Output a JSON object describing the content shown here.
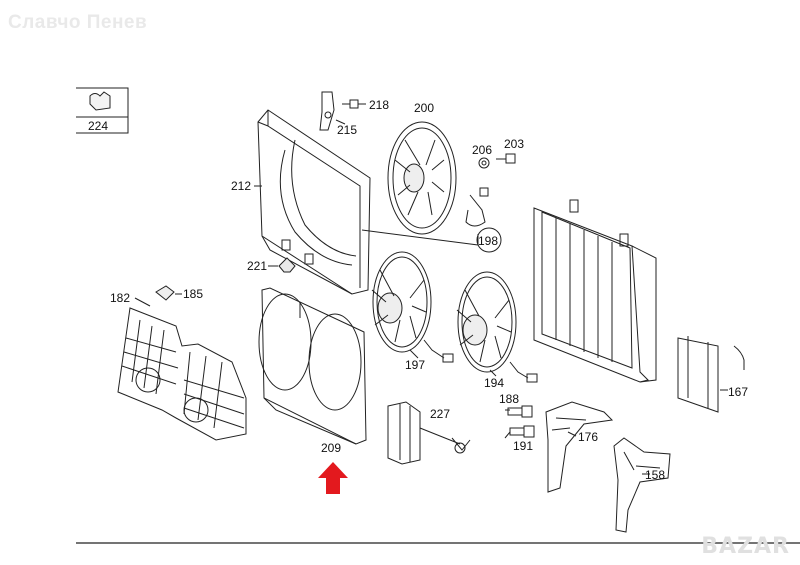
{
  "watermark": "Славчо Пенев",
  "logo_text": "BAZAR",
  "parts": {
    "p224": "224",
    "p218": "218",
    "p215": "215",
    "p200": "200",
    "p206": "206",
    "p203": "203",
    "p212": "212",
    "p198": "198",
    "p221": "221",
    "p182": "182",
    "p185": "185",
    "p197": "197",
    "p194": "194",
    "p167": "167",
    "p188": "188",
    "p227": "227",
    "p191": "191",
    "p176": "176",
    "p209": "209",
    "p158": "158"
  },
  "colors": {
    "line": "#222222",
    "arrow": "#e3191e",
    "watermark": "#e9e9e9"
  }
}
